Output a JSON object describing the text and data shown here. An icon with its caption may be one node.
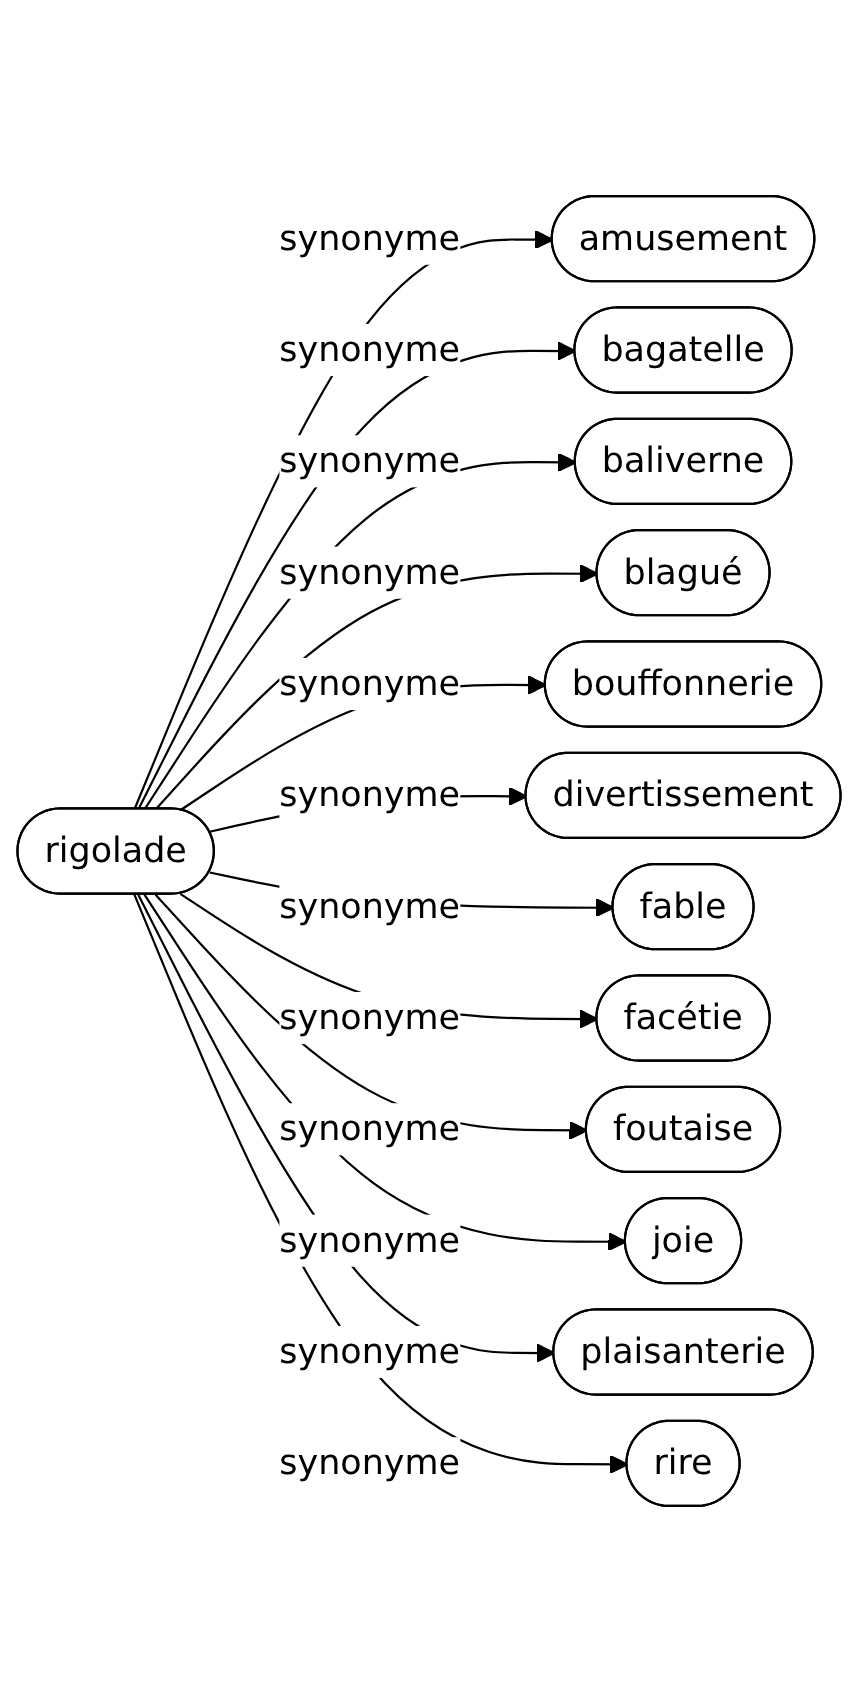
{
  "diagram": {
    "nodes": [
      {
        "text": [
          "rigolade"
        ]
      },
      {
        "text": [
          "amusement"
        ]
      },
      {
        "text": [
          "bagatelle"
        ]
      },
      {
        "text": [
          "baliverne"
        ]
      },
      {
        "text": [
          "blagué"
        ]
      },
      {
        "text": [
          "bouffonnerie"
        ]
      },
      {
        "text": [
          "divertissement"
        ]
      },
      {
        "text": [
          "fable"
        ]
      },
      {
        "text": [
          "facétie"
        ]
      },
      {
        "text": [
          "foutaise"
        ]
      },
      {
        "text": [
          "joie"
        ]
      },
      {
        "text": [
          "plaisanterie"
        ]
      },
      {
        "text": [
          "rire"
        ]
      }
    ],
    "edges": [
      {
        "from": 0,
        "to": 1,
        "arrow": "to",
        "label": "synonyme"
      },
      {
        "from": 0,
        "to": 2,
        "arrow": "to",
        "label": "synonyme"
      },
      {
        "from": 0,
        "to": 3,
        "arrow": "to",
        "label": "synonyme"
      },
      {
        "from": 0,
        "to": 4,
        "arrow": "to",
        "label": "synonyme"
      },
      {
        "from": 0,
        "to": 5,
        "arrow": "to",
        "label": "synonyme"
      },
      {
        "from": 0,
        "to": 6,
        "arrow": "to",
        "label": "synonyme"
      },
      {
        "from": 0,
        "to": 7,
        "arrow": "to",
        "label": "synonyme"
      },
      {
        "from": 0,
        "to": 8,
        "arrow": "to",
        "label": "synonyme"
      },
      {
        "from": 0,
        "to": 9,
        "arrow": "to",
        "label": "synonyme"
      },
      {
        "from": 0,
        "to": 10,
        "arrow": "to",
        "label": "synonyme"
      },
      {
        "from": 0,
        "to": 11,
        "arrow": "to",
        "label": "synonyme"
      },
      {
        "from": 0,
        "to": 12,
        "arrow": "to",
        "label": "synonyme"
      }
    ]
  }
}
